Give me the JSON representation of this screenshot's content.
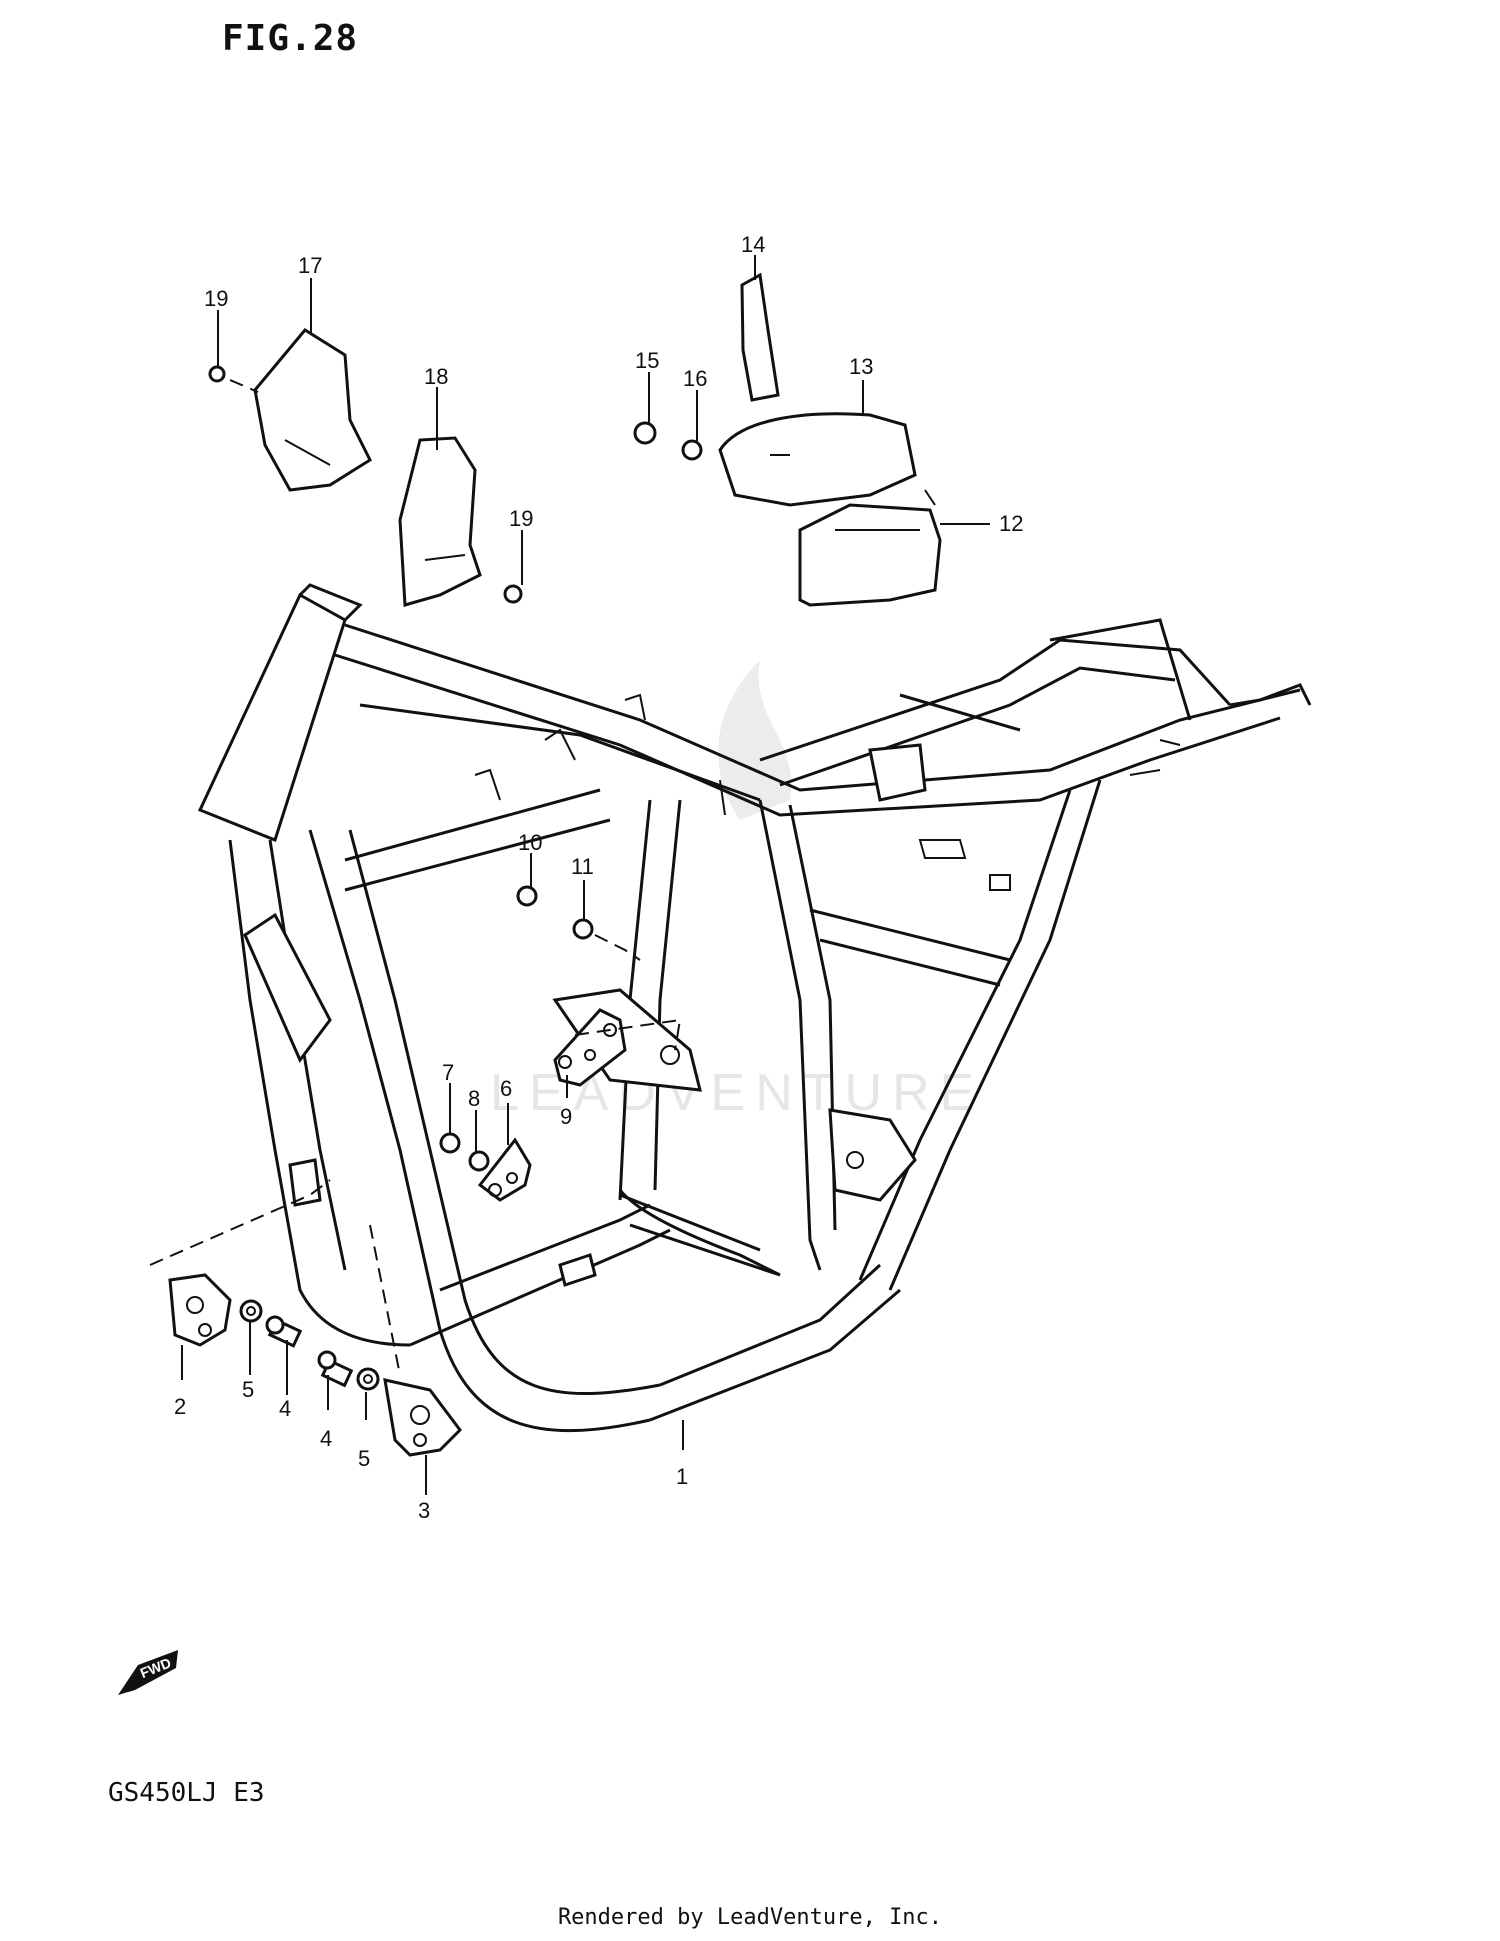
{
  "figure": {
    "title": "FIG.28",
    "model": "GS450LJ E3",
    "footer": "Rendered by LeadVenture, Inc.",
    "watermark": "LEADVENTURE"
  },
  "callouts": [
    "1",
    "2",
    "3",
    "4",
    "4",
    "5",
    "5",
    "6",
    "7",
    "8",
    "9",
    "10",
    "11",
    "12",
    "13",
    "14",
    "15",
    "16",
    "17",
    "18",
    "19",
    "19"
  ],
  "direction_badge": "FWD"
}
